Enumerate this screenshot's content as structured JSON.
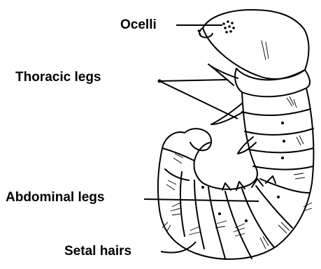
{
  "labels": {
    "ocelli": "Ocelli",
    "thoracic_legs": "Thoracic legs",
    "abdominal_legs": "Abdominal legs",
    "setal_hairs": "Setal hairs"
  },
  "colors": {
    "ink": "#000000",
    "background": "#ffffff"
  }
}
